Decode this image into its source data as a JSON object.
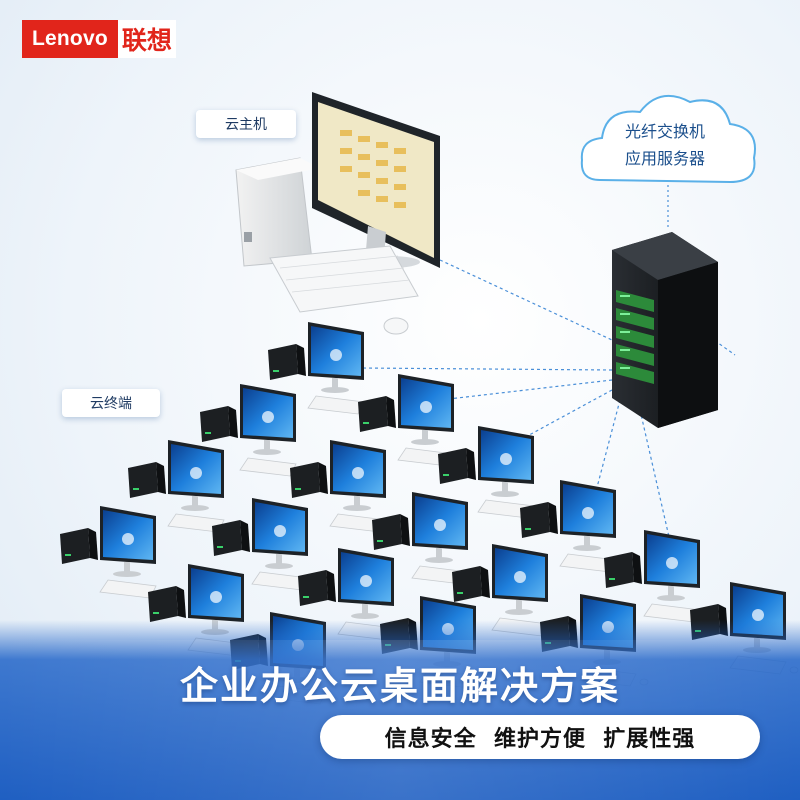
{
  "brand": {
    "logo_en": "Lenovo",
    "logo_cn": "联想",
    "color": "#e1251b"
  },
  "labels": {
    "cloud_host": "云主机",
    "cloud_terminal": "云终端",
    "server_line1": "光纤交换机",
    "server_line2": "应用服务器"
  },
  "banner": {
    "title": "企业办公云桌面解决方案",
    "features": "信息安全  维护方便  扩展性强"
  },
  "colors": {
    "accent_blue": "#1a78c8",
    "banner_blue": "#1f5fc2",
    "link_line": "#4a8fd8"
  },
  "icons": [
    "desktop-computer-icon",
    "server-rack-icon",
    "cloud-icon",
    "thin-client-icon"
  ]
}
